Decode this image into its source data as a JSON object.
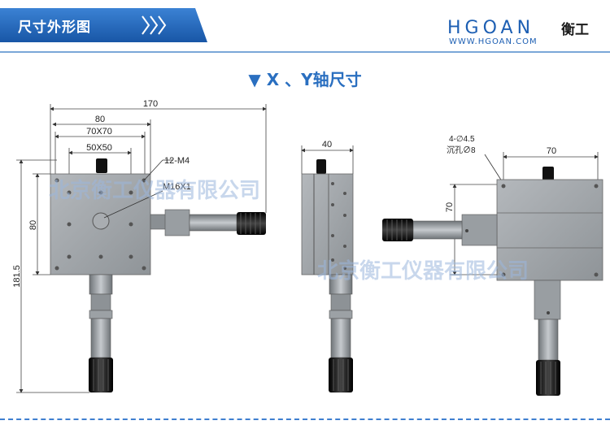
{
  "header": {
    "tab_title": "尺寸外形图",
    "brand_name": "HGOAN",
    "brand_cn": "衡工",
    "brand_url": "WWW.HGOAN.COM"
  },
  "section_title": "▼  X 、Y轴尺寸",
  "watermark": "北京衡工仪器有限公司",
  "front_view": {
    "dim_170": "170",
    "dim_80_top": "80",
    "dim_70x70": "70X70",
    "dim_50x50": "50X50",
    "dim_80_side": "80",
    "dim_181_5": "181.5",
    "label_12m4": "12-M4",
    "label_m16x1": "M16X1"
  },
  "side_view": {
    "dim_40": "40"
  },
  "right_view": {
    "label_holes": "4-∅4.5",
    "label_counterbore": "沉孔∅8",
    "dim_70_top": "70",
    "dim_70_side": "70"
  },
  "colors": {
    "accent": "#2a6fc0",
    "tab_blue": "#1e63b8",
    "plate": "#9da2a6",
    "dark": "#151515"
  }
}
